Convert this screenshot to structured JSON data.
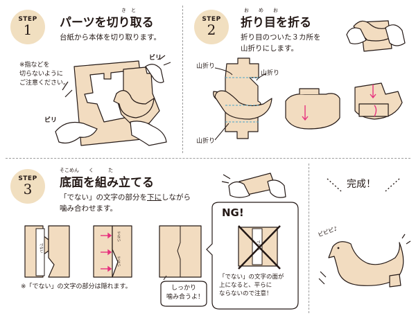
{
  "step_label": "STEP",
  "step1": {
    "num": "1",
    "title": "パーツを切り取る",
    "ruby": "き　と",
    "desc": "台紙から本体を切り取ります。",
    "note": [
      "※指などを",
      "切らないように",
      "ご注意ください。"
    ],
    "sfx_top": "ビリ",
    "sfx_bottom": "ビリ"
  },
  "step2": {
    "num": "2",
    "title": "折り目を折る",
    "ruby": "お　　め　　お",
    "desc": [
      "折り目のついた３カ所を",
      "山折りにします。"
    ],
    "fold_labels": [
      "山折り",
      "山折り",
      "山折り"
    ]
  },
  "step3": {
    "num": "3",
    "title": "底面を組み立てる",
    "ruby": "そこめん　　く　　　た",
    "desc_pre": "「でない」の文字の部分を",
    "desc_under": "下に",
    "desc_post": "しながら",
    "desc2": "噛み合わせます。",
    "piece_text": "でない",
    "note_hidden": "※「でない」の文字の部分は隠れます。",
    "bubble": [
      "しっかり",
      "噛み合うよ！"
    ],
    "ng_label": "NG!",
    "ng_note": [
      "「でない」の文字の面が",
      "上になると、平らに",
      "ならないので注意！"
    ]
  },
  "complete": {
    "text": "完成！",
    "sfx": "ピピピ♪"
  },
  "colors": {
    "paper": "#f2dcc0",
    "badge": "#f1dfc0",
    "ink": "#231815",
    "accent": "#e6317d",
    "fold": "#4aa3c9"
  }
}
